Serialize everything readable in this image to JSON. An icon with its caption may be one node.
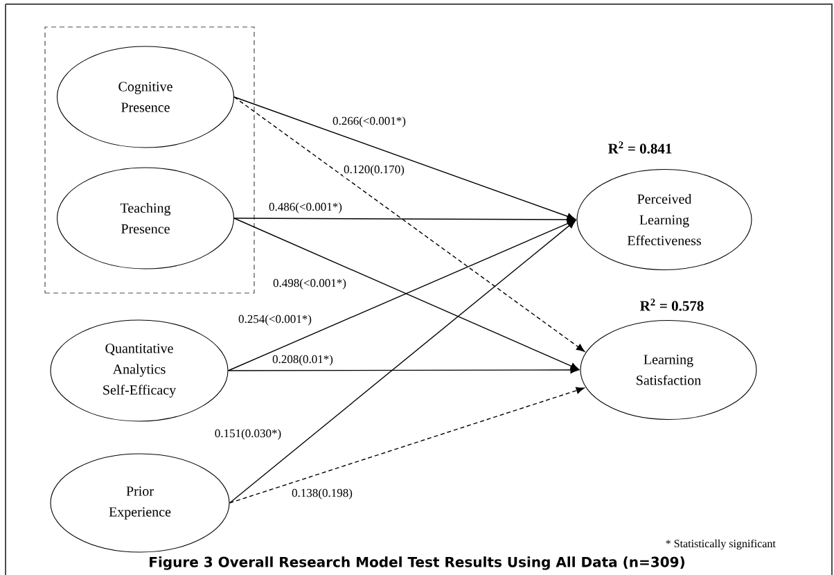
{
  "diagram": {
    "caption": "Figure 3 Overall Research Model Test Results Using All Data (n=309)",
    "nodes": [
      {
        "text": [],
        "shape": "box"
      },
      {
        "text": [
          "Cognitive Presence"
        ],
        "in": 0
      },
      {
        "text": [
          "Teaching Presence"
        ],
        "in": 0
      },
      {
        "text": [
          "Quantitative Analytics Self-Efficacy"
        ]
      },
      {
        "text": [
          "Prior Experience"
        ]
      },
      {
        "text": [
          "Perceived Learning Effectiveness"
        ],
        "beside": [
          "R$^{2}$ = 0.841"
        ]
      },
      {
        "text": [
          "Learning Satisfaction"
        ],
        "beside": [
          "R$^{2}$ = 0.578"
        ]
      }
    ],
    "edges": [
      {
        "from": 1,
        "to": 5,
        "arrow": "to",
        "label": "0.266(<0.001*)"
      },
      {
        "from": 1,
        "to": 6,
        "arrow": "to",
        "label": "0.120(0.170)",
        "style": "dashed"
      },
      {
        "from": 2,
        "to": 5,
        "arrow": "to",
        "label": "0.486(<0.001*)"
      },
      {
        "from": 2,
        "to": 6,
        "arrow": "to",
        "label": "0.498(<0.001*)"
      },
      {
        "from": 3,
        "to": 5,
        "arrow": "to",
        "label": "0.254(<0.001*)"
      },
      {
        "from": 3,
        "to": 6,
        "arrow": "to",
        "label": "0.208(0.01*)"
      },
      {
        "from": 4,
        "to": 5,
        "arrow": "to",
        "label": "0.151(0.030*)"
      },
      {
        "from": 4,
        "to": 6,
        "arrow": "to",
        "label": "0.138(0.198)",
        "style": "dashed"
      }
    ],
    "labels": [
      "* Statistically significant"
    ]
  }
}
